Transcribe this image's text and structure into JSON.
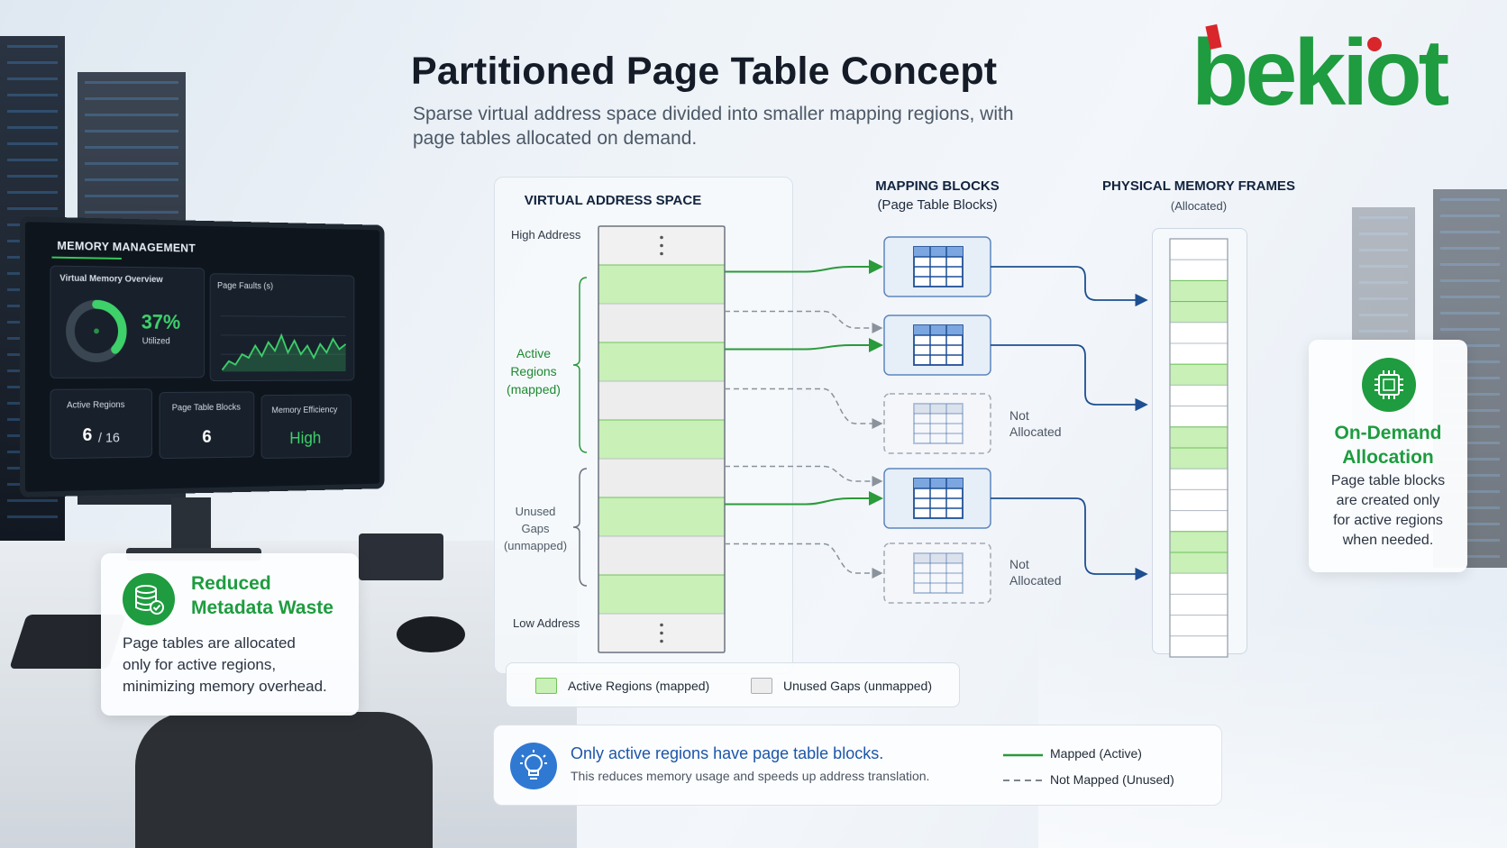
{
  "title": "Partitioned Page Table Concept",
  "subtitle": "Sparse virtual address space divided into smaller mapping regions, with page tables allocated on demand.",
  "logo": {
    "text": "bekiot"
  },
  "monitor": {
    "title": "MEMORY MANAGEMENT",
    "overview_title": "Virtual Memory Overview",
    "utilized_percent": "37%",
    "utilized_label": "Utilized",
    "utilized_fraction": 0.37,
    "page_faults_title": "Page Faults (s)",
    "active_regions_label": "Active Regions",
    "active_regions_value": "6",
    "active_regions_total": "/ 16",
    "page_table_blocks_label": "Page Table Blocks",
    "page_table_blocks_value": "6",
    "memory_efficiency_label": "Memory Efficiency",
    "memory_efficiency_value": "High"
  },
  "diagram": {
    "vas_header": "VIRTUAL ADDRESS SPACE",
    "high_address": "High Address",
    "low_address": "Low Address",
    "active_regions_label": [
      "Active",
      "Regions",
      "(mapped)"
    ],
    "unused_gaps_label": [
      "Unused",
      "Gaps",
      "(unmapped)"
    ],
    "vas_rows": [
      "dots",
      "active",
      "unused",
      "active",
      "unused",
      "active",
      "unused",
      "active",
      "unused",
      "active",
      "dots"
    ],
    "mapping_header": "MAPPING BLOCKS",
    "mapping_sub": "(Page Table Blocks)",
    "blocks": [
      "allocated",
      "allocated",
      "not-allocated",
      "allocated",
      "not-allocated"
    ],
    "not_allocated": [
      "Not",
      "Allocated"
    ],
    "physical_header": "PHYSICAL MEMORY FRAMES",
    "physical_sub": "(Allocated)",
    "frames": [
      0,
      0,
      1,
      1,
      0,
      0,
      1,
      0,
      0,
      1,
      1,
      0,
      0,
      0,
      1,
      1,
      0,
      0,
      0,
      0
    ]
  },
  "legend": {
    "active": "Active Regions (mapped)",
    "unused": "Unused Gaps (unmapped)"
  },
  "info": {
    "title": "Only active regions have page table blocks.",
    "text": "This reduces memory usage and speeds up address translation.",
    "mapped": "Mapped (Active)",
    "not_mapped": "Not Mapped (Unused)"
  },
  "card_left": {
    "title": [
      "Reduced",
      "Metadata Waste"
    ],
    "text": [
      "Page tables are allocated",
      "only for active regions,",
      "minimizing memory overhead."
    ]
  },
  "card_right": {
    "title": [
      "On-Demand",
      "Allocation"
    ],
    "text": [
      "Page table blocks",
      "are created only",
      "for active regions",
      "when needed."
    ]
  },
  "colors": {
    "active_fill": "#c8f0b7",
    "active_stroke": "#71c25a",
    "unused_fill": "#ededed",
    "mapped_line": "#2a9a3a",
    "physical_line": "#1d4f91",
    "accent_green": "#1e9c3f",
    "accent_blue": "#2f79d3"
  }
}
